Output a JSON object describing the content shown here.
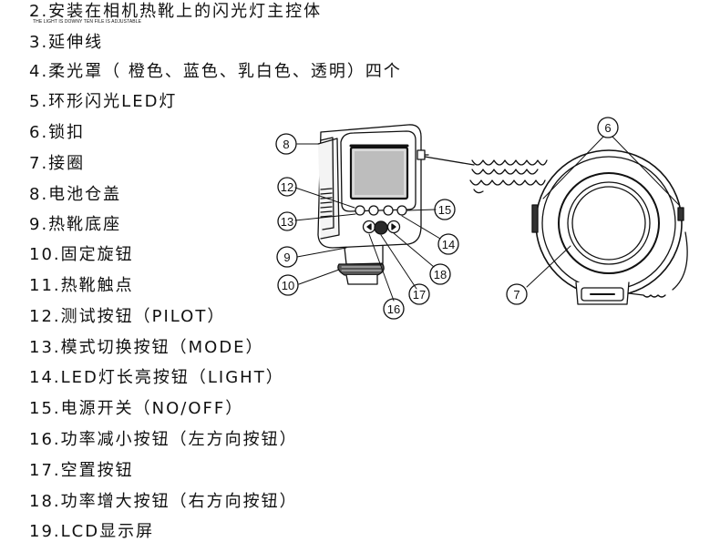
{
  "lines": [
    "2.安装在相机热靴上的闪光灯主控体",
    "3.延伸线",
    "4.柔光罩（ 橙色、蓝色、乳白色、透明）四个",
    "5.环形闪光LED灯",
    "6.锁扣",
    "7.接圈",
    "8.电池仓盖",
    "9.热靴底座",
    "10.固定旋钮",
    "11.热靴触点",
    "12.测试按钮（PILOT）",
    "13.模式切换按钮（MODE）",
    "14.LED灯长亮按钮（LIGHT）",
    "15.电源开关（NO/OFF）",
    "16.功率减小按钮（左方向按钮）",
    "17.空置按钮",
    "18.功率增大按钮（右方向按钮）",
    "19.LCD显示屏"
  ],
  "tiny_text": "THE LIGHT IS DOWNY TEN FILE IS ADJUSTABLE",
  "callouts": {
    "c6": "6",
    "c7": "7",
    "c8": "8",
    "c9": "9",
    "c10": "10",
    "c12": "12",
    "c13": "13",
    "c14": "14",
    "c15": "15",
    "c16": "16",
    "c17": "17",
    "c18": "18"
  }
}
